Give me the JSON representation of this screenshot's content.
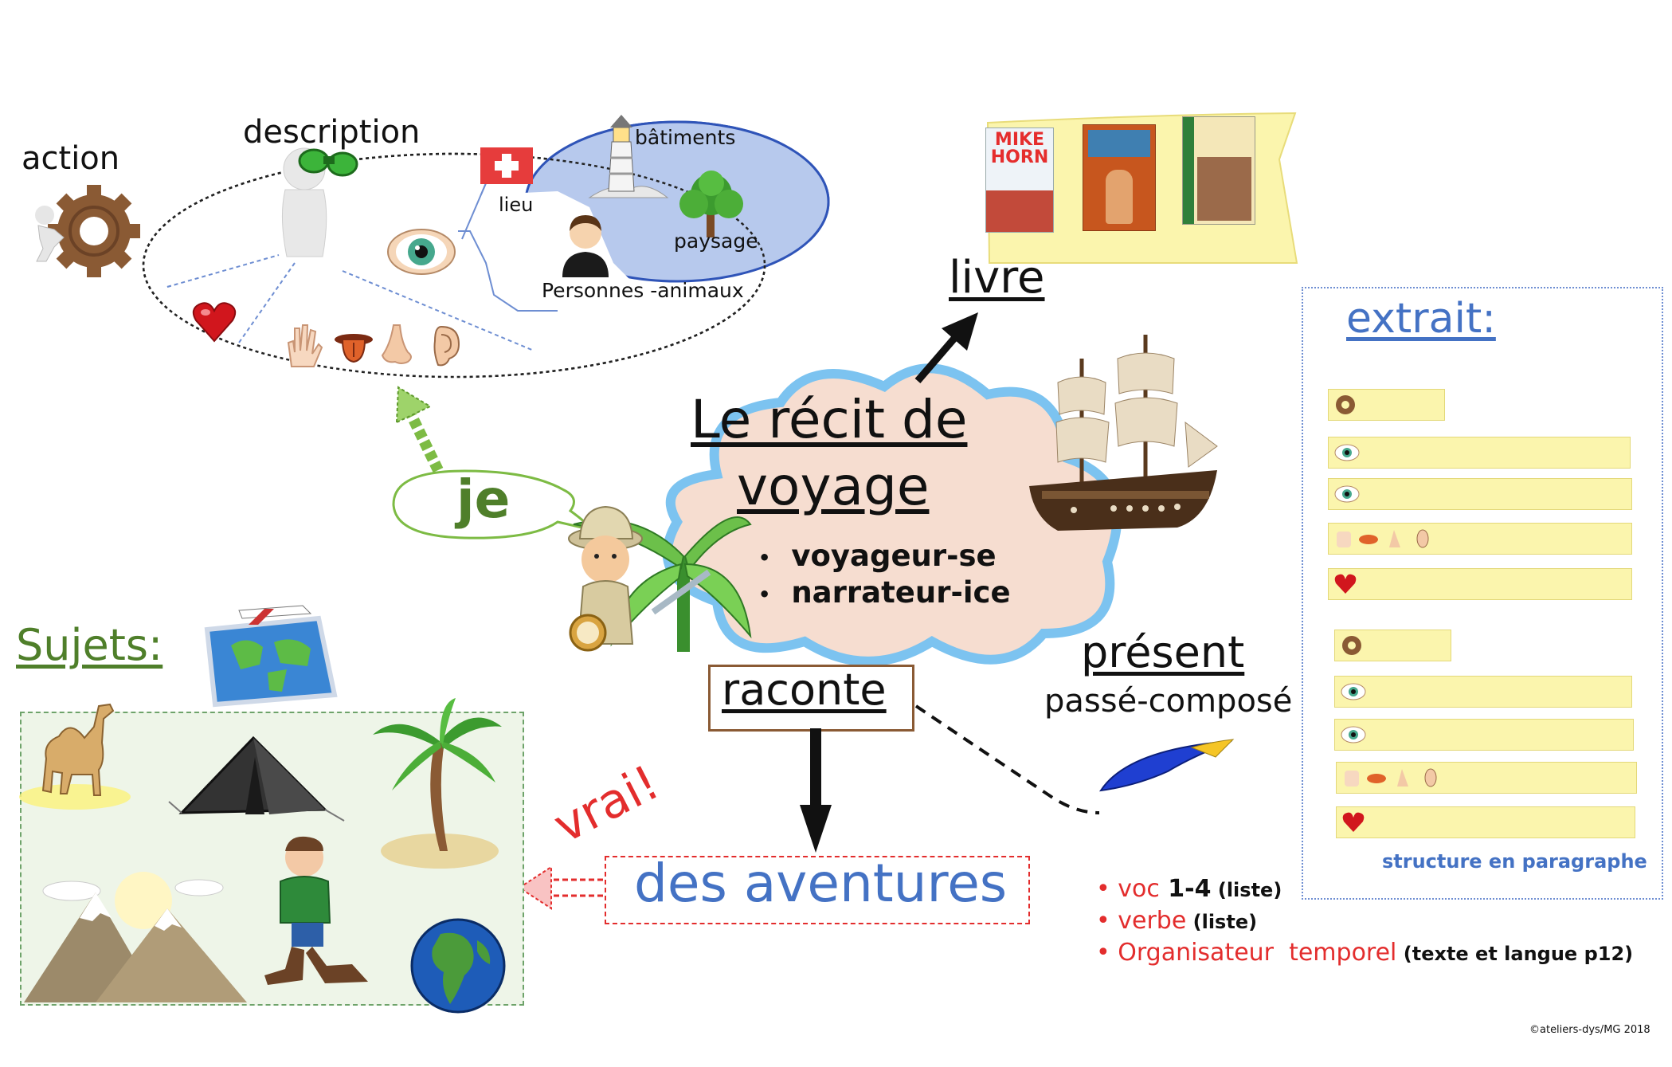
{
  "description_map": {
    "action": "action",
    "description": "description",
    "batiments": "bâtiments",
    "lieu": "lieu",
    "paysage": "paysage",
    "personnes": "Personnes -animaux"
  },
  "center": {
    "title_line1": "Le récit de",
    "title_line2": "voyage",
    "bullets": [
      "voyageur-se",
      "narrateur-ice"
    ]
  },
  "je": "je",
  "livre": "livre",
  "books": [
    "MIKE HORN",
    "",
    ""
  ],
  "extrait": {
    "title": "extrait:",
    "footer": "structure en paragraphe"
  },
  "tense": {
    "present": "présent",
    "passe": "passé-composé"
  },
  "raconte": "raconte",
  "aventures": "des aventures",
  "vrai": "vrai!",
  "sujets": "Sujets:",
  "notes": [
    {
      "red": "voc",
      "black": " 1-4",
      "small": " (liste)"
    },
    {
      "red": "verbe",
      "black": "",
      "small": " (liste)"
    },
    {
      "red": "Organisateur  temporel",
      "black": "",
      "small": " (texte et langue p12)"
    }
  ],
  "copyright": "©ateliers-dys/MG 2018",
  "colors": {
    "accent_blue": "#4472c4",
    "green": "#4f7f2a",
    "red": "#e32d2d",
    "cloud": "#f6ddd0",
    "cloud_border": "#7cc3f0",
    "slot": "#fbf5ad"
  }
}
